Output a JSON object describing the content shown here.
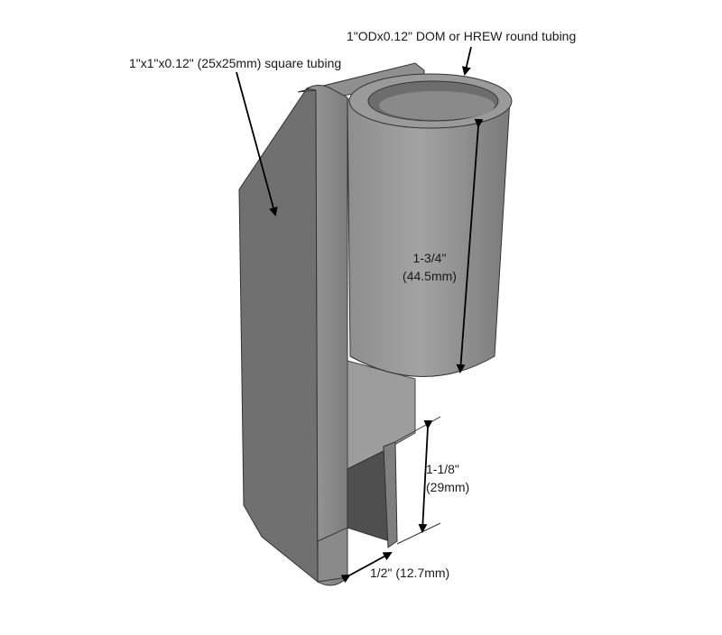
{
  "labels": {
    "square_tubing": "1\"x1\"x0.12\" (25x25mm) square tubing",
    "round_tubing": "1\"ODx0.12\" DOM or HREW round tubing",
    "height_in": "1-3/4\"",
    "height_mm": "(44.5mm)",
    "slot_depth_in": "1-1/8\"",
    "slot_depth_mm": "(29mm)",
    "slot_width": "1/2\" (12.7mm)"
  },
  "colors": {
    "background": "#ffffff",
    "part_dark": "#6b6b6b",
    "part_mid": "#8c8c8c",
    "part_light": "#a5a5a5",
    "line": "#000000"
  }
}
